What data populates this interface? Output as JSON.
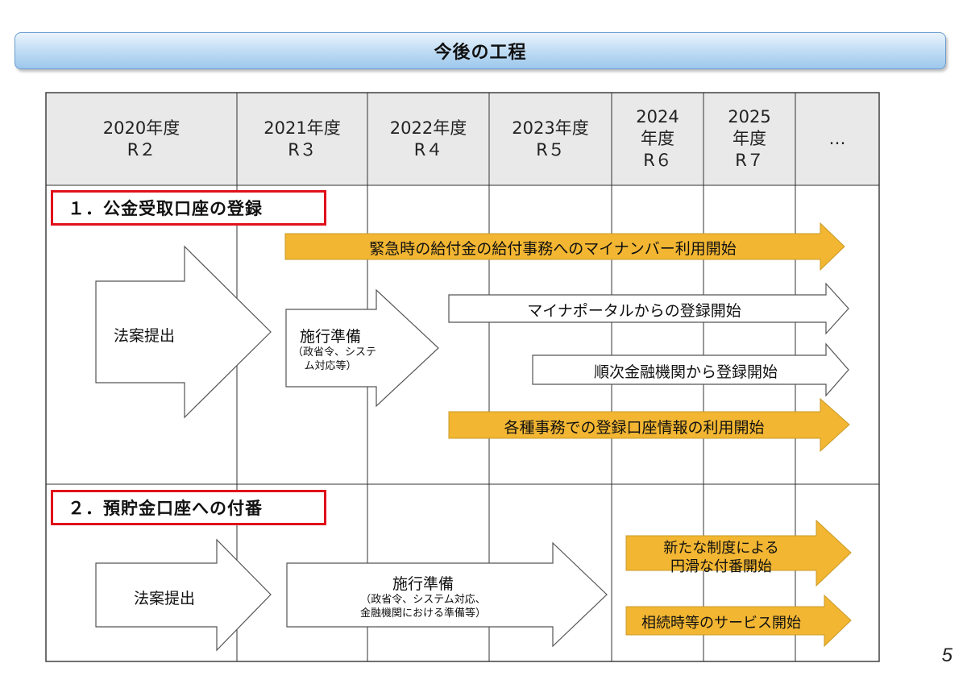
{
  "title": "今後の工程",
  "header": {
    "col1": [
      "2020年度",
      "R２"
    ],
    "col2": [
      "2021年度",
      "R３"
    ],
    "col3": [
      "2022年度",
      "R４"
    ],
    "col4": [
      "2023年度",
      "R５"
    ],
    "col5": [
      "2024",
      "年度",
      "R６"
    ],
    "col6": [
      "2025",
      "年度",
      "R７"
    ],
    "col7": [
      "…"
    ]
  },
  "section1": {
    "label": "１．公金受取口座の登録",
    "law": "法案提出",
    "prep_title": "施行準備",
    "prep_note_1": "（政省令、システ",
    "prep_note_2": "ム対応等）",
    "emergency": "緊急時の給付金の給付事務へのマイナンバー利用開始",
    "portal": "マイナポータルからの登録開始",
    "banks": "順次金融機関から登録開始",
    "usage": "各種事務での登録口座情報の利用開始"
  },
  "section2": {
    "label": "２．預貯金口座への付番",
    "law": "法案提出",
    "prep_title": "施行準備",
    "prep_note_1": "（政省令、システム対応、",
    "prep_note_2": "金融機関における準備等）",
    "new_system_1": "新たな制度による",
    "new_system_2": "円滑な付番開始",
    "inheritance": "相続時等のサービス開始"
  },
  "page_number": "5"
}
